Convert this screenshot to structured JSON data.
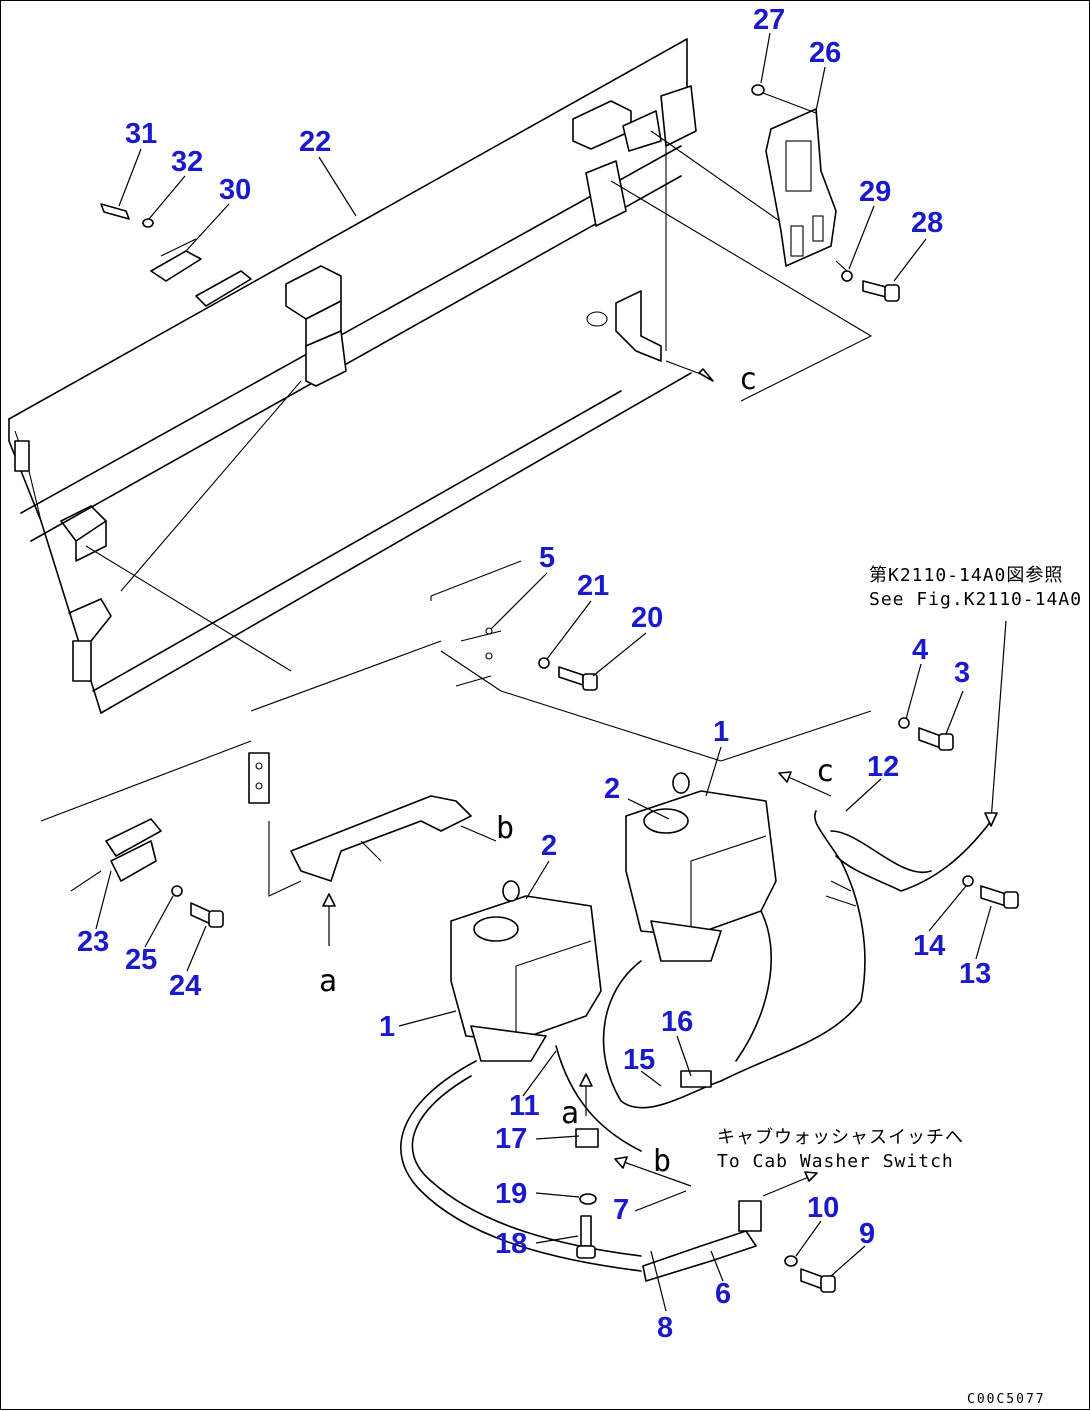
{
  "callouts": [
    {
      "id": "c27",
      "label": "27"
    },
    {
      "id": "c26",
      "label": "26"
    },
    {
      "id": "c31",
      "label": "31"
    },
    {
      "id": "c32",
      "label": "32"
    },
    {
      "id": "c22",
      "label": "22"
    },
    {
      "id": "c30",
      "label": "30"
    },
    {
      "id": "c29",
      "label": "29"
    },
    {
      "id": "c28",
      "label": "28"
    },
    {
      "id": "c5",
      "label": "5"
    },
    {
      "id": "c21",
      "label": "21"
    },
    {
      "id": "c20",
      "label": "20"
    },
    {
      "id": "c4",
      "label": "4"
    },
    {
      "id": "c3",
      "label": "3"
    },
    {
      "id": "c1a",
      "label": "1"
    },
    {
      "id": "c2a",
      "label": "2"
    },
    {
      "id": "c12",
      "label": "12"
    },
    {
      "id": "c2b",
      "label": "2"
    },
    {
      "id": "c23",
      "label": "23"
    },
    {
      "id": "c25",
      "label": "25"
    },
    {
      "id": "c24",
      "label": "24"
    },
    {
      "id": "c14",
      "label": "14"
    },
    {
      "id": "c13",
      "label": "13"
    },
    {
      "id": "c1b",
      "label": "1"
    },
    {
      "id": "c16",
      "label": "16"
    },
    {
      "id": "c15",
      "label": "15"
    },
    {
      "id": "c11",
      "label": "11"
    },
    {
      "id": "c17",
      "label": "17"
    },
    {
      "id": "c19",
      "label": "19"
    },
    {
      "id": "c7",
      "label": "7"
    },
    {
      "id": "c10",
      "label": "10"
    },
    {
      "id": "c9",
      "label": "9"
    },
    {
      "id": "c18",
      "label": "18"
    },
    {
      "id": "c6",
      "label": "6"
    },
    {
      "id": "c8",
      "label": "8"
    }
  ],
  "view_letters": {
    "c_top": "c",
    "c_mid": "c",
    "b_upper": "b",
    "a_left": "a",
    "a_mid": "a",
    "b_lower": "b"
  },
  "notes": {
    "ref_jp": "第K2110-14A0図参照",
    "ref_en": "See Fig.K2110-14A0",
    "switch_jp": "キャブウォッシャスイッチへ",
    "switch_en": "To Cab Washer Switch"
  },
  "figure_code": "C00C5077"
}
